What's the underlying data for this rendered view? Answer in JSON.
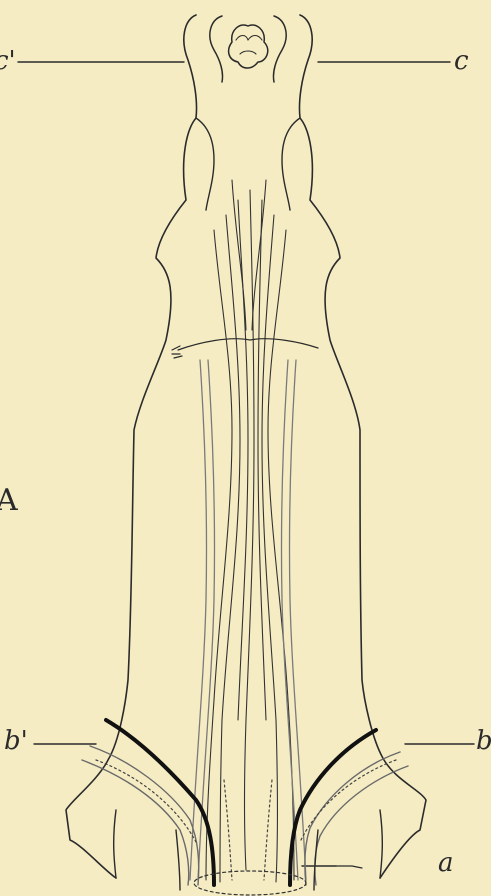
{
  "figure": {
    "side_letter": "A",
    "labels": {
      "c_left": "c'",
      "c_right": "c",
      "b_left": "b'",
      "b_right": "b",
      "a": "a"
    }
  }
}
